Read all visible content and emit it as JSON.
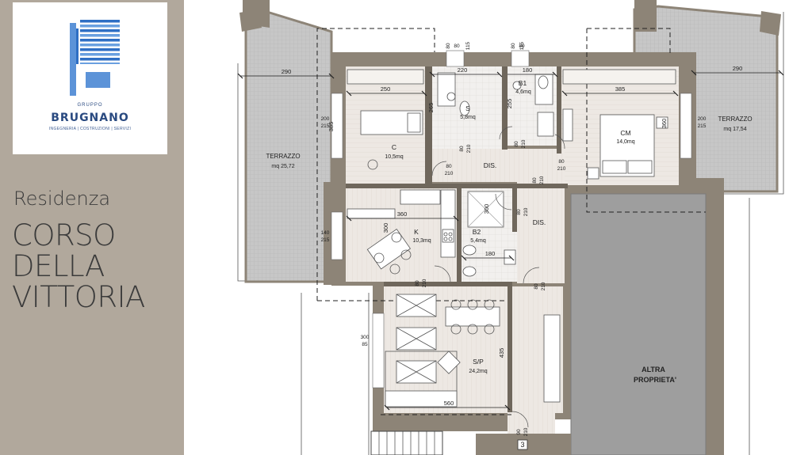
{
  "brand": {
    "group": "GRUPPO",
    "name": "BRUGNANO",
    "tagline": "INGEGNERIA | COSTRUZIONI | SERVIZI"
  },
  "headline": {
    "kicker": "Residenza",
    "title_lines": [
      "CORSO",
      "DELLA",
      "VITTORIA"
    ]
  },
  "colors": {
    "sidebar": "#b1a89c",
    "wall": "#8d8477",
    "terrace": "#c6c6c6",
    "floor": "#ece7e2",
    "neighbor": "#9e9e9e",
    "brand": "#2a4a80"
  },
  "plan": {
    "terraces": [
      {
        "name": "TERRAZZO",
        "area": "mq 25,72"
      },
      {
        "name": "TERRAZZO",
        "area": "mq 17,54"
      }
    ],
    "rooms": {
      "c": {
        "name": "C",
        "area": "10,5mq"
      },
      "s": {
        "name": "S",
        "area": "5,8mq"
      },
      "b1": {
        "name": "B1",
        "area": "4,6mq"
      },
      "cm": {
        "name": "CM",
        "area": "14,0mq"
      },
      "k": {
        "name": "K",
        "area": "10,3mq"
      },
      "b2": {
        "name": "B2",
        "area": "5,4mq"
      },
      "sp": {
        "name": "S/P",
        "area": "24,2mq"
      }
    },
    "corridor_1": "DIS.",
    "corridor_2": "DIS.",
    "neighbor": {
      "line1": "ALTRA",
      "line2": "PROPRIETA'"
    },
    "stair_number": "3",
    "dims": {
      "t_left_w": "290",
      "t_right_w": "290",
      "c_w": "250",
      "s_w": "220",
      "b1_w": "180",
      "cm_w": "385",
      "k_w": "360",
      "sp_w": "560",
      "b2_w": "180",
      "c_h": "385",
      "s_h": "265",
      "b1_h": "255",
      "cm_h": "360",
      "b2_h": "300",
      "k_h": "300",
      "sp_h": "435",
      "win_top_1": "80",
      "win_top_1b": "115",
      "win_top_2": "80",
      "win_top_2b": "115",
      "win_l1a": "200",
      "win_l1b": "215",
      "win_l2a": "140",
      "win_l2b": "215",
      "win_r1a": "200",
      "win_r1b": "215",
      "win_sp_a": "300",
      "win_sp_b": "85",
      "door_s_a": "80",
      "door_s_b": "210",
      "door_c_a": "80",
      "door_c_b": "210",
      "door_b1_a": "80",
      "door_b1_b": "210",
      "door_cm_a": "80",
      "door_cm_b": "210",
      "door_dis_a": "80",
      "door_dis_b": "210",
      "door_b2_a": "80",
      "door_b2_b": "210",
      "door_k_a": "80",
      "door_k_b": "210",
      "door_sp_a": "80",
      "door_sp_b": "210",
      "door_main_a": "90",
      "door_main_b": "210"
    }
  }
}
